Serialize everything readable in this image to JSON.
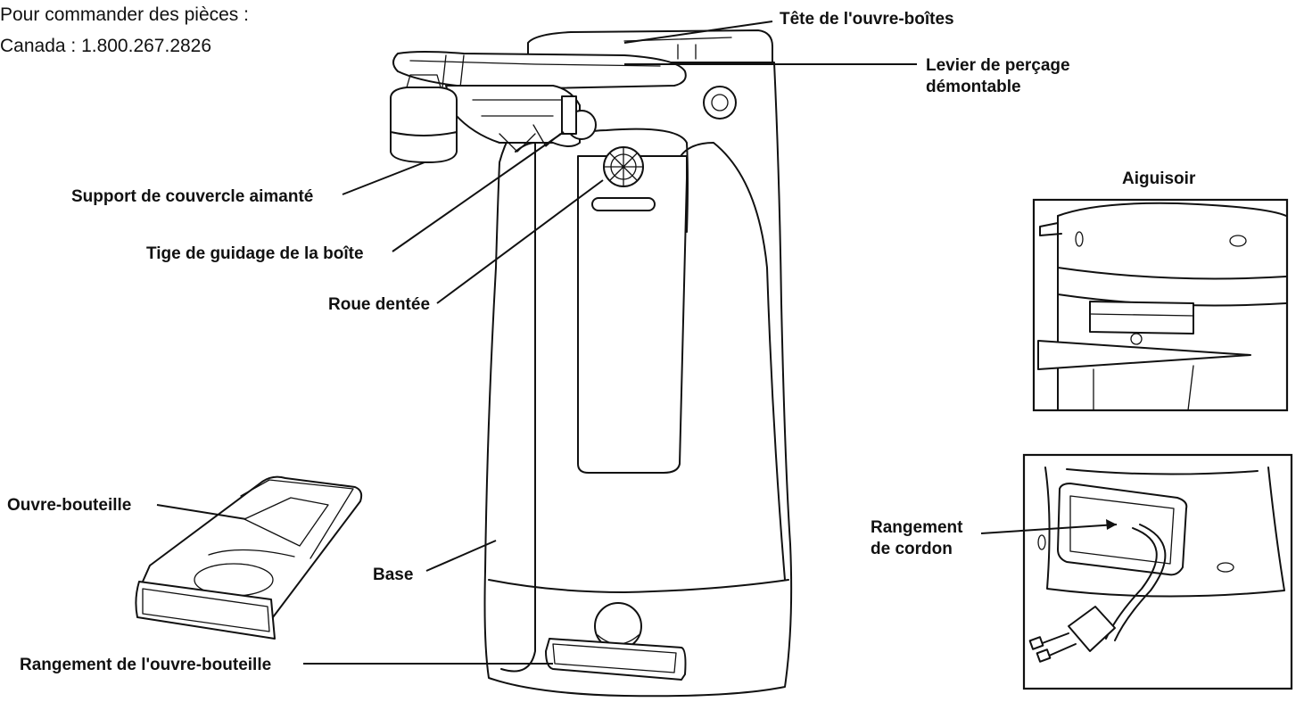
{
  "order_note": {
    "line1": "Pour commander des pièces :",
    "line2": "Canada : 1.800.267.2826"
  },
  "labels": {
    "head": "Tête de l'ouvre-boîtes",
    "lever_line1": "Levier de perçage",
    "lever_line2": "démontable",
    "lid_holder": "Support de couvercle aimanté",
    "guide_post": "Tige de guidage de la boîte",
    "gear": "Roue dentée",
    "sharpener": "Aiguisoir",
    "bottle_opener": "Ouvre-bouteille",
    "base": "Base",
    "bottle_storage": "Rangement de l'ouvre-bouteille",
    "cord_line1": "Rangement",
    "cord_line2": "de cordon"
  },
  "icons": {
    "can_opener": "can-opener-illustration",
    "bottle_opener": "bottle-opener-illustration",
    "sharpener": "sharpener-inset-illustration",
    "cord": "cord-storage-inset-illustration"
  }
}
